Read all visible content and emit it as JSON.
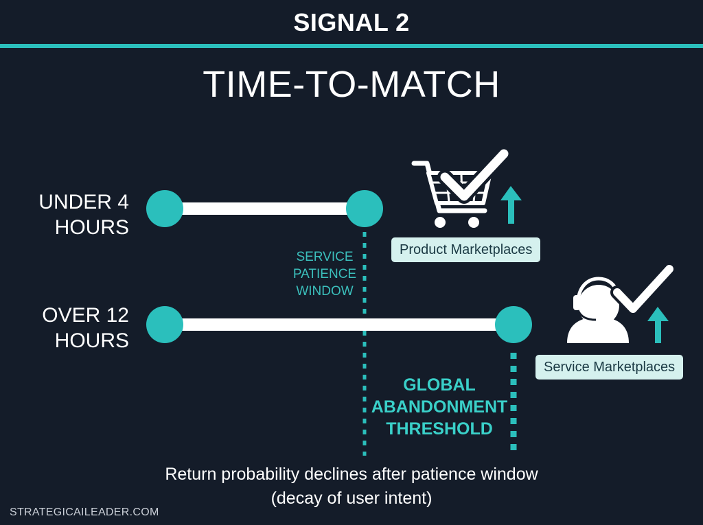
{
  "header": {
    "title": "SIGNAL 2"
  },
  "main": {
    "title": "TIME-TO-MATCH"
  },
  "rows": [
    {
      "label_lines": [
        "UNDER 4",
        "HOURS"
      ]
    },
    {
      "label_lines": [
        "OVER 12",
        "HOURS"
      ]
    }
  ],
  "annotations": {
    "service_patience": [
      "SERVICE",
      "PATIENCE",
      "WINDOW"
    ],
    "global_abandonment": [
      "GLOBAL",
      "ABANDONMENT",
      "THRESHOLD"
    ]
  },
  "tags": {
    "product": "Product Marketplaces",
    "service": "Service Marketplaces"
  },
  "icons": {
    "product": [
      "shopping-cart-icon",
      "checkmark-icon",
      "arrow-up-icon"
    ],
    "service": [
      "headset-person-icon",
      "checkmark-icon",
      "arrow-up-icon"
    ]
  },
  "footer": {
    "line1": "Return probability declines after patience window",
    "line2": "(decay of user intent)"
  },
  "watermark": "STRATEGICAILEADER.COM",
  "colors": {
    "background": "#141c29",
    "accent": "#2bbfbc",
    "text": "#ffffff",
    "tag_bg": "#d5f1ee"
  }
}
